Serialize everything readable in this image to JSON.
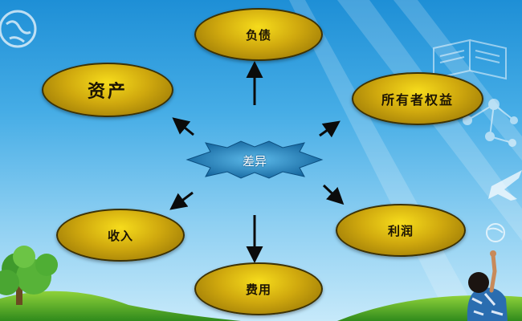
{
  "diagram": {
    "center": "差异",
    "nodes": {
      "liabilities": "负债",
      "assets": "资产",
      "equity": "所有者权益",
      "income": "收入",
      "profit": "利润",
      "expenses": "费用"
    }
  },
  "colors": {
    "node_fill": "#d4ac10",
    "node_border": "#3c3205",
    "center_fill": "#2a8fc8",
    "arrow": "#0b0b0b"
  }
}
